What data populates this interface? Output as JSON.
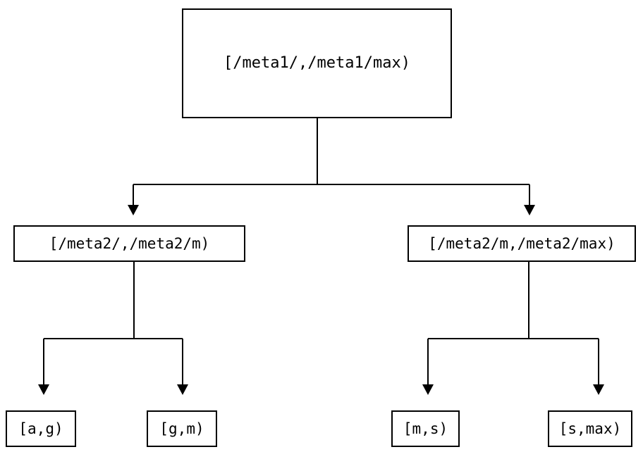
{
  "diagram": {
    "type": "tree",
    "title": "",
    "background_color": "#ffffff",
    "line_color": "#000000",
    "text_color": "#000000",
    "nodes": {
      "root": {
        "label": "[/meta1/,/meta1/max)",
        "level": 0
      },
      "meta2_low": {
        "label": "[/meta2/,/meta2/m)",
        "level": 1
      },
      "meta2_high": {
        "label": "[/meta2/m,/meta2/max)",
        "level": 1
      },
      "leaf_ag": {
        "label": "[a,g)",
        "level": 2
      },
      "leaf_gm": {
        "label": "[g,m)",
        "level": 2
      },
      "leaf_ms": {
        "label": "[m,s)",
        "level": 2
      },
      "leaf_smax": {
        "label": "[s,max)",
        "level": 2
      }
    },
    "edges": [
      {
        "from": "root",
        "to": "meta2_low",
        "arrow": "triangle-down"
      },
      {
        "from": "root",
        "to": "meta2_high",
        "arrow": "triangle-down"
      },
      {
        "from": "meta2_low",
        "to": "leaf_ag",
        "arrow": "triangle-down"
      },
      {
        "from": "meta2_low",
        "to": "leaf_gm",
        "arrow": "triangle-down"
      },
      {
        "from": "meta2_high",
        "to": "leaf_ms",
        "arrow": "triangle-down"
      },
      {
        "from": "meta2_high",
        "to": "leaf_smax",
        "arrow": "triangle-down"
      }
    ]
  }
}
